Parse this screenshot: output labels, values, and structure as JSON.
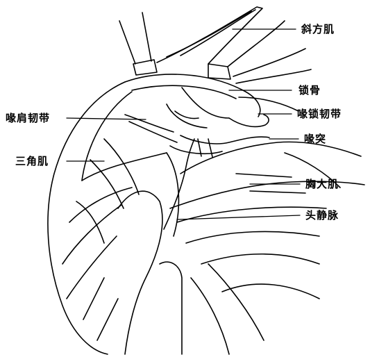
{
  "labels": {
    "trapezius": "斜方肌",
    "clavicle": "锁骨",
    "coracoacromial_ligament": "喙肩韧带",
    "coracoclavicular_ligament": "喙锁韧带",
    "coracoid_process": "喙突",
    "deltoid": "三角肌",
    "pectoralis_major": "胸大肌",
    "cephalic_vein": "头静脉"
  },
  "colors": {
    "ink": "#000000",
    "paper": "#ffffff"
  }
}
